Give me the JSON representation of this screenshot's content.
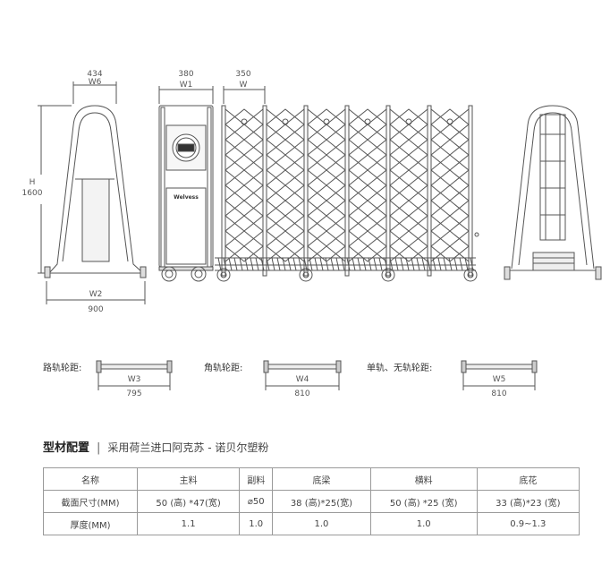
{
  "dims": {
    "w6_value": "434",
    "w6_label": "W6",
    "w1_value": "380",
    "w1_label": "W1",
    "w_value": "350",
    "w_label": "W",
    "h_label": "H",
    "h_value": "1600",
    "w2_label": "W2",
    "w2_value": "900"
  },
  "brand_label": "Welvess",
  "rails": [
    {
      "caption": "路轨轮距:",
      "label": "W3",
      "value": "795"
    },
    {
      "caption": "角轨轮距:",
      "label": "W4",
      "value": "810"
    },
    {
      "caption": "单轨、无轨轮距:",
      "label": "W5",
      "value": "810"
    }
  ],
  "spec": {
    "title": "型材配置",
    "separator": "|",
    "subtitle": "采用荷兰进口阿克苏 - 诺贝尔塑粉",
    "rows": [
      [
        "名称",
        "主料",
        "副料",
        "底梁",
        "横料",
        "底花"
      ],
      [
        "截面尺寸(MM)",
        "50 (高) *47(宽)",
        "⌀50",
        "38 (高)*25(宽)",
        "50 (高) *25 (宽)",
        "33 (高)*23 (宽)"
      ],
      [
        "厚度(MM)",
        "1.1",
        "1.0",
        "1.0",
        "1.0",
        "0.9~1.3"
      ]
    ]
  }
}
